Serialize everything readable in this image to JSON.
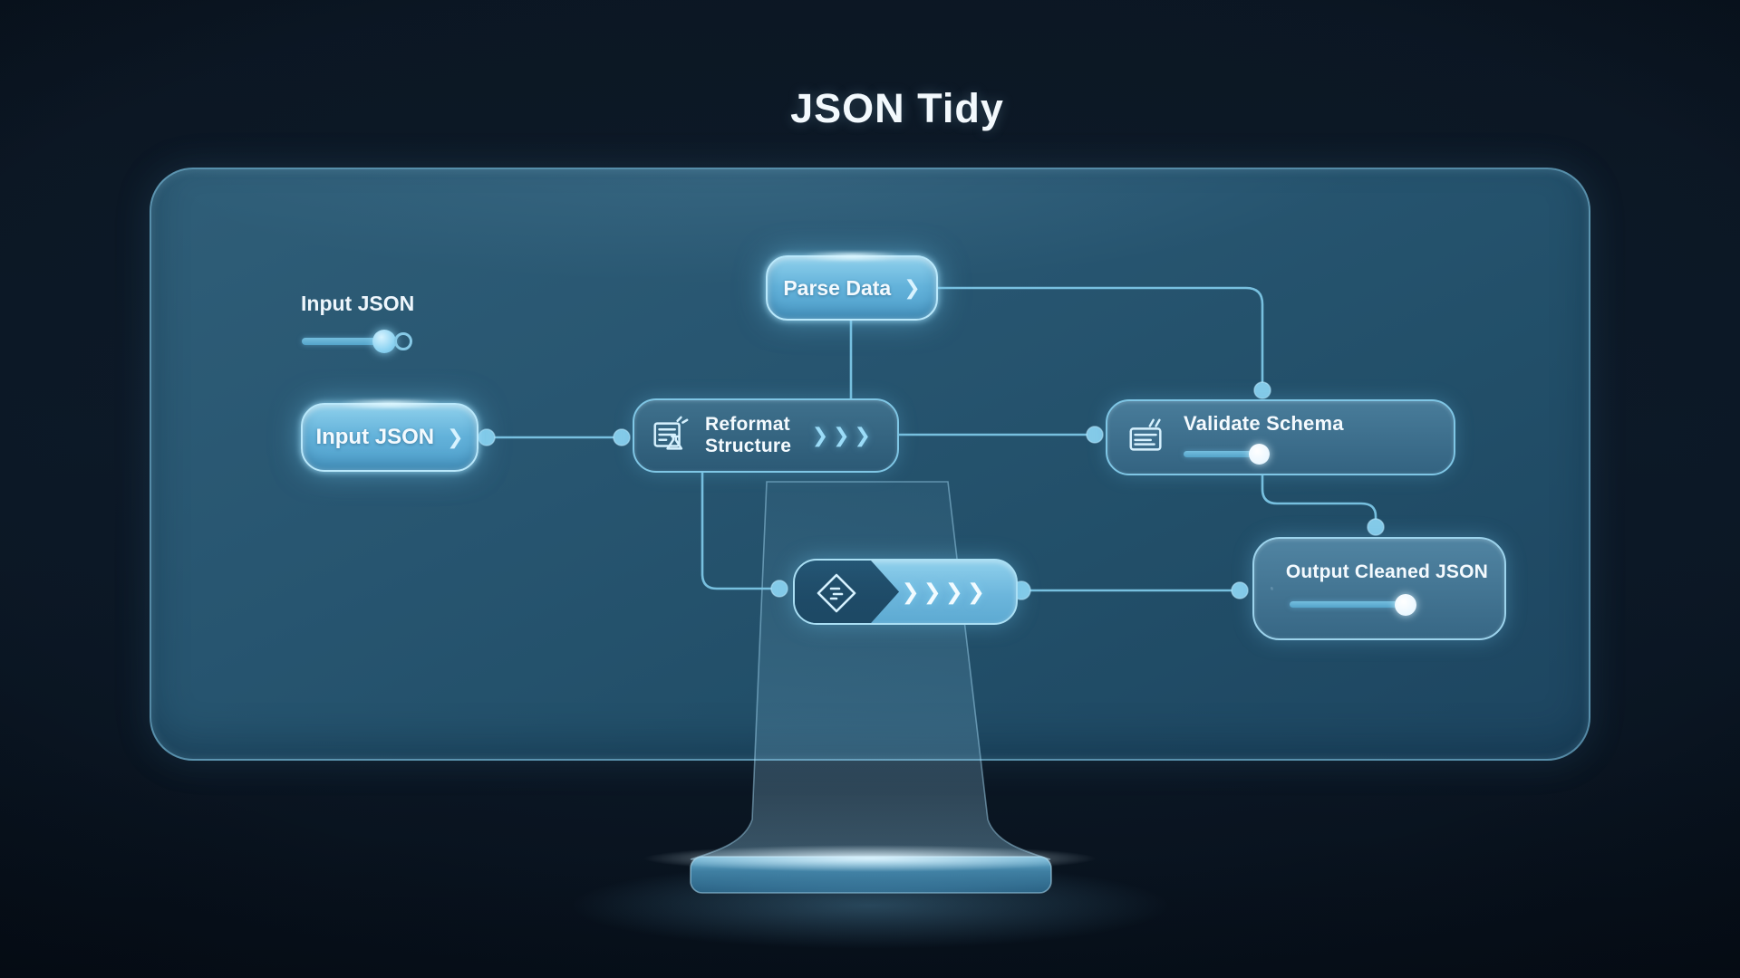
{
  "title": "JSON Tidy",
  "colors": {
    "background": "#0a1420",
    "panel": "#24516b",
    "accent_bright": "#8fd3f0",
    "node_border": "#9ad5f0",
    "connector": "#7cc6e6",
    "text": "#f2f9fe",
    "dark_arrow": "#1d4965",
    "slider_track": "#5fb0d6",
    "knob_blue": "#a5e2f8",
    "knob_white": "#ffffff"
  },
  "input_control": {
    "label": "Input JSON",
    "slider_value": "100%"
  },
  "flow": {
    "input_button": {
      "label": "Input JSON",
      "chevron": "❯"
    },
    "parse": {
      "label": "Parse Data",
      "chevron": "❯"
    },
    "reformat": {
      "line1": "Reformat",
      "line2": "Structure",
      "chevrons": "❯❯❯",
      "icon": "document-flask-icon"
    },
    "validate": {
      "label": "Validate Schema",
      "icon": "checklist-card-icon",
      "slider_value": "90%"
    },
    "transform": {
      "chevrons": "❯❯❯❯",
      "icon": "diamond-code-icon"
    },
    "output": {
      "label": "Output Cleaned JSON",
      "icon": "document-diamond-icon",
      "slider_value": "95%"
    }
  }
}
